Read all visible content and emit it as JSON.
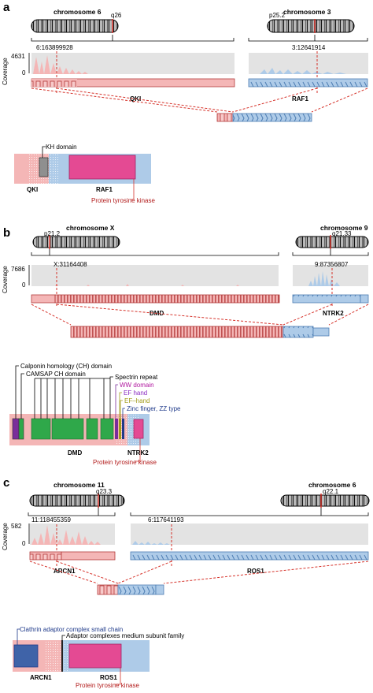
{
  "colors": {
    "pink_light": "#f4b6b6",
    "pink_mid": "#e58a8a",
    "blue_light": "#aecbe8",
    "blue_mid": "#6f9fcf",
    "red_dash": "#d6332b",
    "coverage_bg": "#e3e3e3",
    "kinase_box": "#e44a93",
    "kinase_text": "#b21b1b",
    "kh_box": "#8f8f8f",
    "clathrin_box": "#3f63a8",
    "ch_green": "#2fa84a",
    "purple": "#7a2e9a",
    "olive": "#a19b1a",
    "navy": "#1f3a8a"
  },
  "panels": {
    "a": {
      "letter": "a",
      "left_chr": "chromosome 6",
      "left_band": "q26",
      "right_chr": "chromosome 3",
      "right_band": "p25.2",
      "coverage_label": "Coverage",
      "ymax": "4631",
      "ymin": "0",
      "left_bp": "6:163899928",
      "right_bp": "3:12641914",
      "left_gene": "QKI",
      "right_gene": "RAF1",
      "domain_labels": [
        "KH domain"
      ],
      "bottom_left_gene": "QKI",
      "bottom_right_gene": "RAF1",
      "kinase_label": "Protein tyrosine kinase"
    },
    "b": {
      "letter": "b",
      "left_chr": "chromosome X",
      "left_band": "p21.2",
      "right_chr": "chromosome 9",
      "right_band": "q21.33",
      "coverage_label": "Coverage",
      "ymax": "7686",
      "ymin": "0",
      "left_bp": "X:31164408",
      "right_bp": "9:87356807",
      "left_gene": "DMD",
      "right_gene": "NTRK2",
      "domain_labels": [
        "Calponin homology (CH) domain",
        "CAMSAP CH domain",
        "Spectrin repeat",
        "WW domain",
        "EF hand",
        "EF–hand",
        "Zinc finger, ZZ type"
      ],
      "bottom_left_gene": "DMD",
      "bottom_right_gene": "NTRK2",
      "kinase_label": "Protein tyrosine kinase"
    },
    "c": {
      "letter": "c",
      "left_chr": "chromosome 11",
      "left_band": "q23.3",
      "right_chr": "chromosome 6",
      "right_band": "q22.1",
      "coverage_label": "Coverage",
      "ymax": "582",
      "ymin": "0",
      "left_bp": "11:118455359",
      "right_bp": "6:117641193",
      "left_gene": "ARCN1",
      "right_gene": "ROS1",
      "domain_labels": [
        "Clathrin adaptor complex small chain",
        "Adaptor complexes medium subunit family"
      ],
      "bottom_left_gene": "ARCN1",
      "bottom_right_gene": "ROS1",
      "kinase_label": "Protein tyrosine kinase"
    }
  }
}
